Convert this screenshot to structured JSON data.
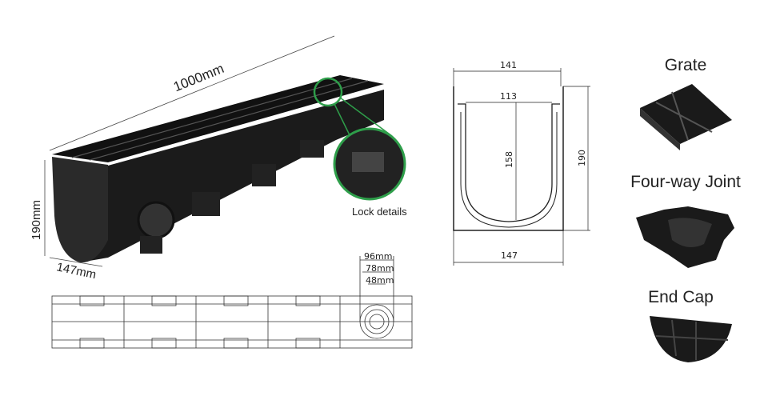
{
  "main_channel": {
    "length_label": "1000mm",
    "height_label": "190mm",
    "width_label": "147mm",
    "lock_label": "Lock details"
  },
  "plan_view": {
    "dims": [
      "96mm",
      "78mm",
      "48mm"
    ]
  },
  "cross_section": {
    "top_width": "141",
    "inner_width": "113",
    "inner_depth": "158",
    "total_height": "190",
    "bottom_width": "147"
  },
  "accessories": [
    {
      "label": "Grate"
    },
    {
      "label": "Four-way Joint"
    },
    {
      "label": "End Cap"
    }
  ],
  "colors": {
    "accent": "#2e9e4a",
    "product": "#1a1a1a"
  }
}
